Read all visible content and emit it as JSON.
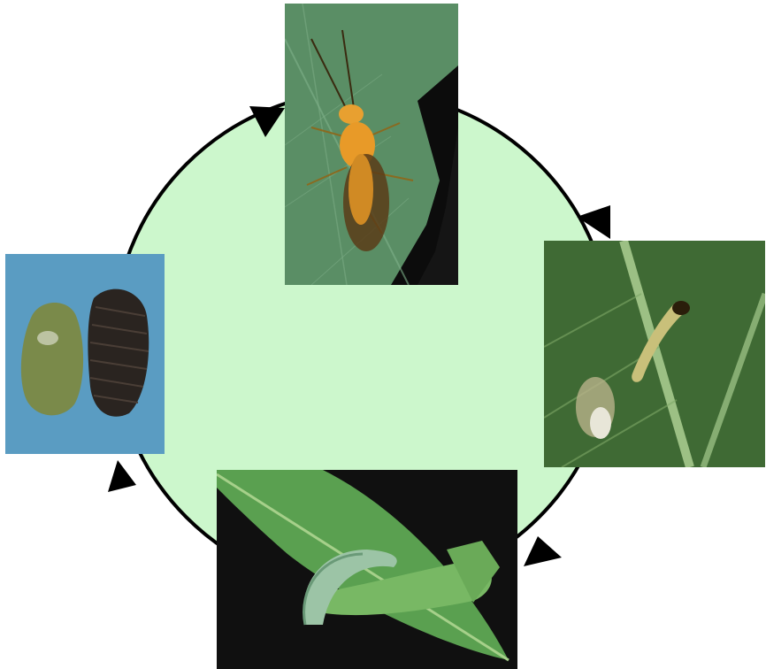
{
  "diagram": {
    "type": "life-cycle",
    "stages": [
      {
        "id": "adult",
        "image": "adult-sawfly-on-leaf-photo",
        "position": "top"
      },
      {
        "id": "eggs",
        "image": "eggs-on-leaf-photo",
        "position": "right"
      },
      {
        "id": "larva",
        "image": "larva-feeding-on-leaf-photo",
        "position": "bottom"
      },
      {
        "id": "cocoon",
        "image": "cocoon-photo",
        "position": "left"
      }
    ],
    "cycle_direction": "clockwise",
    "colors": {
      "cycle_fill": "#ccf7cc",
      "arrow": "#000000",
      "background": "#ffffff"
    }
  }
}
